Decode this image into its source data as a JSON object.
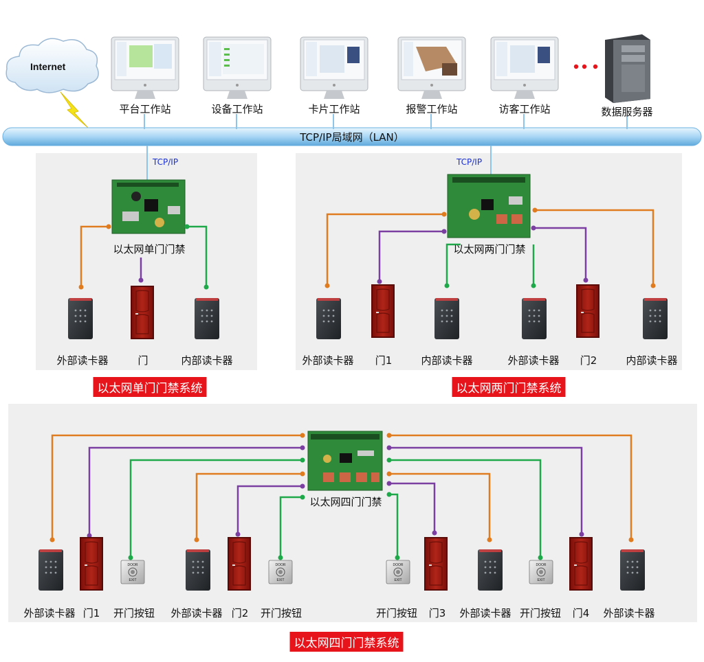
{
  "internet": {
    "label": "Internet"
  },
  "network": {
    "lan_label": "TCP/IP局域网（LAN）",
    "tcp_label_1": "TCP/IP",
    "tcp_label_2": "TCP/IP"
  },
  "workstations": [
    {
      "label": "平台工作站"
    },
    {
      "label": "设备工作站"
    },
    {
      "label": "卡片工作站"
    },
    {
      "label": "报警工作站"
    },
    {
      "label": "访客工作站"
    }
  ],
  "server": {
    "label": "数据服务器"
  },
  "single_door": {
    "controller_label": "以太网单门门禁",
    "system_title": "以太网单门门禁系统",
    "devices": [
      "外部读卡器",
      "门",
      "内部读卡器"
    ]
  },
  "two_door": {
    "controller_label": "以太网两门门禁",
    "system_title": "以太网两门门禁系统",
    "devices": [
      "外部读卡器",
      "门1",
      "内部读卡器",
      "外部读卡器",
      "门2",
      "内部读卡器"
    ]
  },
  "four_door": {
    "controller_label": "以太网四门门禁",
    "system_title": "以太网四门门禁系统",
    "devices": [
      "外部读卡器",
      "门1",
      "开门按钮",
      "外部读卡器",
      "门2",
      "开门按钮",
      "开门按钮",
      "门3",
      "外部读卡器",
      "开门按钮",
      "门4",
      "外部读卡器"
    ]
  },
  "exit_button_text": {
    "top": "DOOR",
    "bottom": "EXIT"
  },
  "colors": {
    "orange": "#e07b1f",
    "purple": "#7a3fa0",
    "green": "#1fa84a",
    "lan": "#a9d6f5",
    "door": "#9b1a12"
  }
}
